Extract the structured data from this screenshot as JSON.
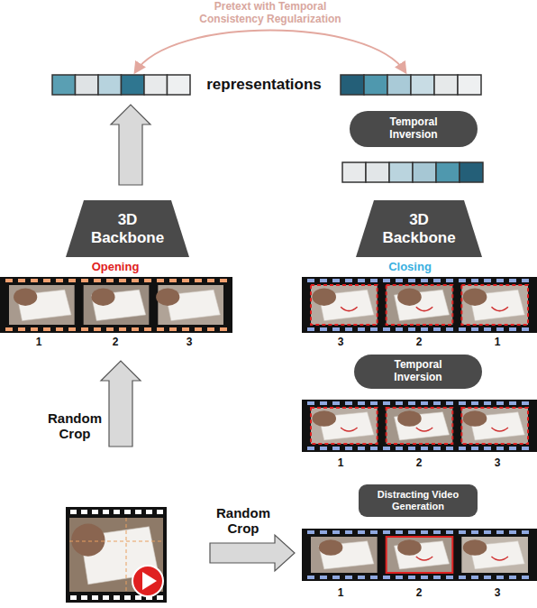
{
  "diagram": {
    "nodes": [
      {
        "text": [
          "Temporal Inversion"
        ]
      },
      {
        "text": [
          "3D Backbone"
        ]
      },
      {
        "text": [
          "3D Backbone"
        ]
      },
      {
        "text": [
          "Temporal Inversion"
        ]
      },
      {
        "text": [
          "Distracting Video Generation"
        ]
      }
    ],
    "labels": [
      "Pretext with Temporal Consistency Regularization",
      "representations",
      "Opening",
      "Closing",
      "1",
      "2",
      "3",
      "3",
      "2",
      "1",
      "Random Crop",
      "1",
      "2",
      "3",
      "Random Crop",
      "1",
      "2",
      "3"
    ]
  }
}
